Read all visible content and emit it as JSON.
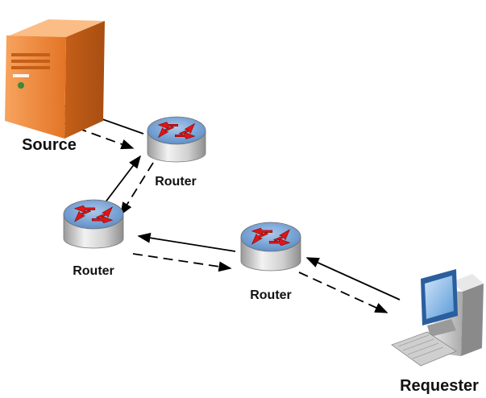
{
  "nodes": {
    "source": {
      "label": "Source"
    },
    "router_top": {
      "label": "Router"
    },
    "router_left": {
      "label": "Router"
    },
    "router_right": {
      "label": "Router"
    },
    "requester": {
      "label": "Requester"
    }
  },
  "colors": {
    "server_orange": "#f08a3c",
    "router_top_face": "#7fa6d6",
    "router_body": "#c9c9c9",
    "router_arrows": "#e01515",
    "line": "#000000",
    "monitor_blue": "#3b79c0"
  }
}
